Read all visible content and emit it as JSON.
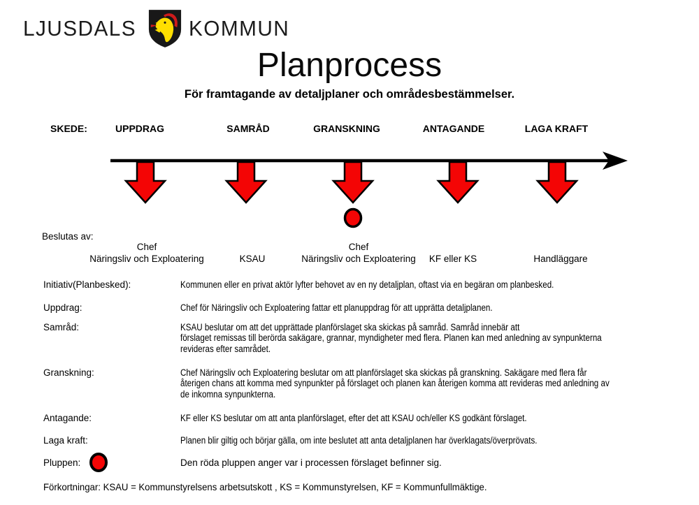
{
  "logo": {
    "left_word": "LJUSDALS",
    "right_word": "KOMMUN"
  },
  "header": {
    "title": "Planprocess",
    "subtitle": "För framtagande av detaljplaner och områdesbestämmelser."
  },
  "timeline": {
    "skede_label": "SKEDE:",
    "stages": [
      {
        "label": "UPPDRAG",
        "decided_by": "Chef\nNäringsliv och Exploatering"
      },
      {
        "label": "SAMRÅD",
        "decided_by": "KSAU"
      },
      {
        "label": "GRANSKNING",
        "decided_by": "Chef\nNäringsliv och Exploatering",
        "has_marker": true
      },
      {
        "label": "ANTAGANDE",
        "decided_by": "KF eller KS"
      },
      {
        "label": "LAGA KRAFT",
        "decided_by": "Handläggare"
      }
    ],
    "decided_by_label": "Beslutas av:"
  },
  "rows": [
    {
      "label": "Initiativ(Planbesked):",
      "text": "Kommunen eller en privat aktör lyfter behovet av en ny detaljplan, oftast via en begäran om planbesked."
    },
    {
      "label": "Uppdrag:",
      "text": "Chef för Näringsliv och Exploatering fattar ett planuppdrag för att upprätta detaljplanen."
    },
    {
      "label": "Samråd:",
      "text": "KSAU beslutar om att det upprättade planförslaget ska skickas på samråd. Samråd innebär att\nförslaget remissas till berörda sakägare, grannar, myndigheter med flera. Planen kan med anledning av synpunkterna\nrevideras efter samrådet."
    },
    {
      "label": "Granskning:",
      "text": "Chef Näringsliv och Exploatering beslutar om att planförslaget ska skickas på granskning. Sakägare med flera får\nåterigen chans att komma med synpunkter på förslaget och planen kan återigen komma att revideras med anledning av\nde inkomna synpunkterna."
    },
    {
      "label": "Antagande:",
      "text": "KF eller KS beslutar om att anta planförslaget, efter det att KSAU och/eller KS godkänt förslaget."
    },
    {
      "label": "Laga kraft:",
      "text": "Planen blir giltig och börjar gälla, om inte beslutet att anta detaljplanen har överklagats/överprövats."
    },
    {
      "label": "Pluppen:",
      "text": "Den röda pluppen anger var i processen förslaget befinner sig."
    }
  ],
  "footer": "Förkortningar: KSAU = Kommunstyrelsens arbetsutskott , KS = Kommunstyrelsen, KF = Kommunfullmäktige.",
  "colors": {
    "arrow_red": "#f40505",
    "outline_black": "#000000",
    "shield_black": "#181818",
    "lion_yellow": "#ffdf00",
    "crest_red": "#cf1b1b"
  }
}
